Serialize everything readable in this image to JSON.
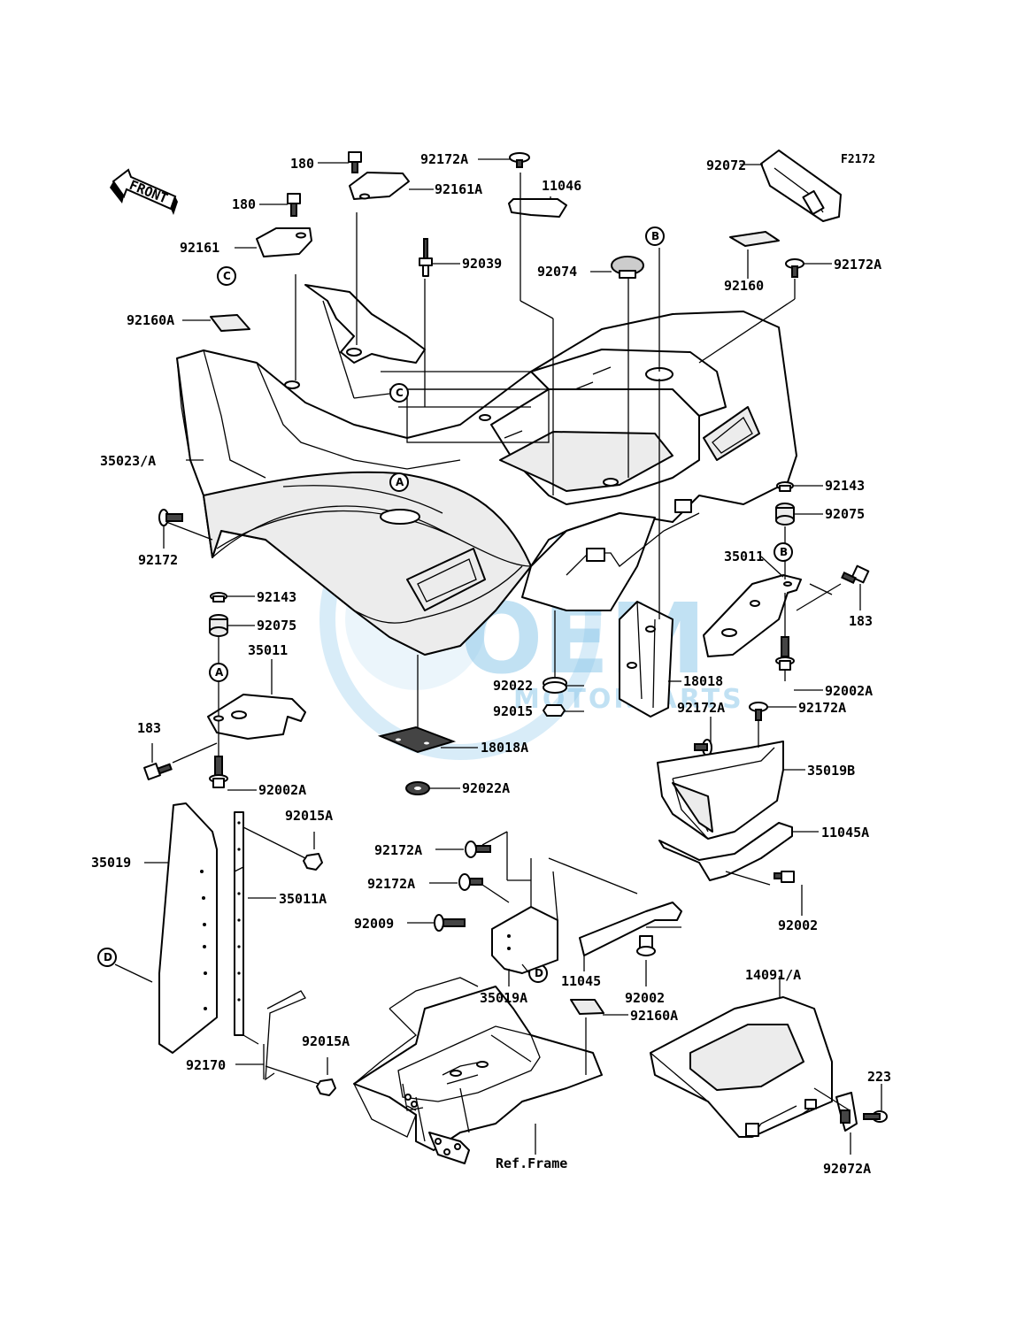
{
  "ref_code": "F2172",
  "front_label": "FRONT",
  "watermark": {
    "logo": "OEM",
    "subtitle": "MOTORPARTS"
  },
  "frame_label": "Ref.Frame",
  "markers": {
    "a": "A",
    "b": "B",
    "c": "C",
    "d": "D"
  },
  "labels": {
    "p180a": "180",
    "p180b": "180",
    "p92161": "92161",
    "p92161A": "92161A",
    "p92172A_top": "92172A",
    "p11046": "11046",
    "p92072": "92072",
    "p92039": "92039",
    "p92074": "92074",
    "p92160": "92160",
    "p92172A_r": "92172A",
    "p92160A": "92160A",
    "p35023A": "35023/A",
    "p92143_r": "92143",
    "p92075_r": "92075",
    "p35011_r": "35011",
    "p183_r": "183",
    "p92002A_r": "92002A",
    "p92172": "92172",
    "p92143_l": "92143",
    "p92075_l": "92075",
    "p35011_l": "35011",
    "p183_l": "183",
    "p92002A_l": "92002A",
    "p92022": "92022",
    "p92015": "92015",
    "p18018": "18018",
    "p18018A": "18018A",
    "p92022A": "92022A",
    "p92172A_m1": "92172A",
    "p92172A_m2": "92172A",
    "p35019B": "35019B",
    "p11045A": "11045A",
    "p92002_r": "92002",
    "p92015A_a": "92015A",
    "p35019": "35019",
    "p35011A": "35011A",
    "p92172A_c1": "92172A",
    "p92172A_c2": "92172A",
    "p92009": "92009",
    "p35019A": "35019A",
    "p11045": "11045",
    "p92002_c": "92002",
    "p14091A": "14091/A",
    "p92160A_c": "92160A",
    "p92170": "92170",
    "p92015A_b": "92015A",
    "p223": "223",
    "p92072A": "92072A"
  }
}
